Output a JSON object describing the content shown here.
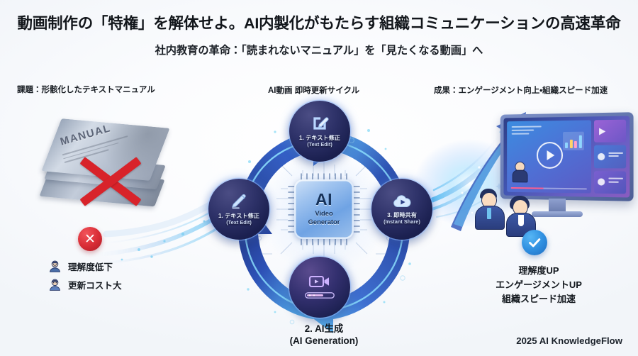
{
  "header": {
    "title": "動画制作の「特権」を解体せよ。AI内製化がもたらす組織コミュニケーションの高速革命",
    "subtitle": "社内教育の革命：「読まれないマニュアル」を「見たくなる動画」へ"
  },
  "sections": {
    "problem_caption": "課題：形骸化したテキストマニュアル",
    "cycle_caption": "AI動画 即時更新サイクル",
    "result_caption": "成果：エンゲージメント向上・組織スピード加速"
  },
  "problem": {
    "book_label": "MANUAL",
    "x_badge_icon": "cross-icon",
    "x_badge_glyph": "✕",
    "items": [
      {
        "icon": "person-confused-icon",
        "label": "理解度低下"
      },
      {
        "icon": "person-icon",
        "label": "更新コスト大"
      }
    ]
  },
  "cycle": {
    "center_chip": {
      "line1": "AI",
      "line2": "Video",
      "line3": "Generator"
    },
    "nodes": [
      {
        "position": "top",
        "icon": "edit-square-icon",
        "label": "1. テキスト修正",
        "sub": "(Text Edit)"
      },
      {
        "position": "right",
        "icon": "cloud-play-icon",
        "label": "3. 即時共有",
        "sub": "(Instant Share)"
      },
      {
        "position": "bottom",
        "icon": "video-camera-icon",
        "label": "",
        "sub": ""
      },
      {
        "position": "left",
        "icon": "pencil-icon",
        "label": "1. テキスト修正",
        "sub": "(Text Edit)"
      }
    ],
    "bottom_caption": {
      "line1": "2. AI生成",
      "line2": "(AI Generation)"
    }
  },
  "result": {
    "check_badge_icon": "check-circle-icon",
    "items": [
      "理解度UP",
      "エンゲージメントUP",
      "組織スピード加速"
    ]
  },
  "footer": {
    "credit": "2025 AI KnowledgeFlow"
  },
  "colors": {
    "background": "#f4f7fa",
    "title": "#12161b",
    "node_fill": "#1b2050",
    "arrow_blue": "#2c4fa8",
    "arrow_glow": "#6fd3ff",
    "red_accent": "#d8232a",
    "blue_accent": "#2f8fe0",
    "chip_blue": "#6fa3e4"
  }
}
